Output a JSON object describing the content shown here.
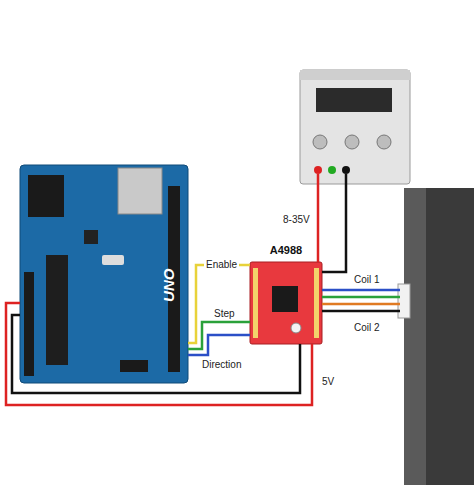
{
  "diagram": {
    "nodes": [
      {
        "text": [
          "UNO"
        ]
      },
      {
        "text": [
          "A4988"
        ]
      }
    ],
    "edges": [
      {
        "from": 0,
        "to": 1,
        "label": "Enable",
        "arrow": "none"
      },
      {
        "from": 0,
        "to": 1,
        "label": "Step",
        "arrow": "none"
      },
      {
        "from": 0,
        "to": 1,
        "label": "Direction",
        "arrow": "none"
      },
      {
        "from": 0,
        "to": 1,
        "arrow": "none"
      },
      {
        "from": 0,
        "to": 1,
        "label": "5V",
        "arrow": "none"
      }
    ],
    "labels": [
      "8-35V",
      "Coil 1",
      "Coil 2"
    ]
  }
}
